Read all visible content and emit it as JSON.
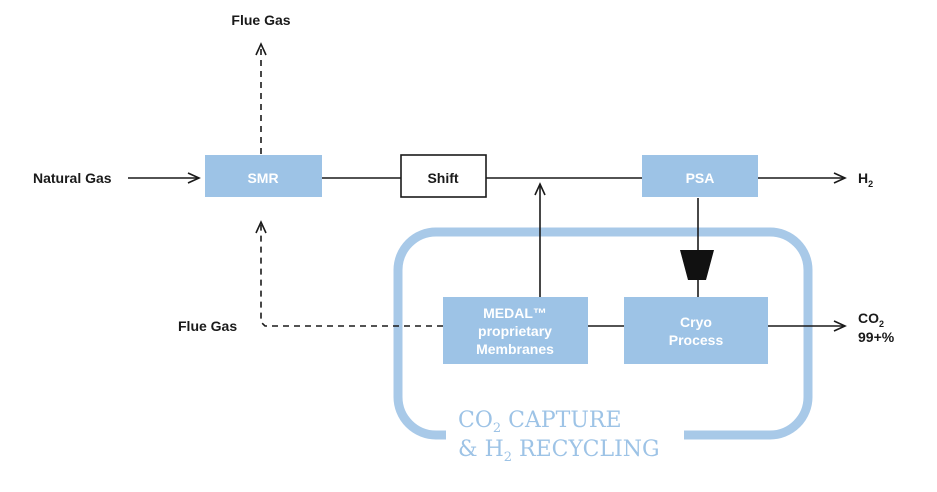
{
  "colors": {
    "box_fill": "#9dc3e6",
    "loop_stroke": "#a8c9e8",
    "caption": "#9dc3e6",
    "line": "#1a1a1a"
  },
  "labels": {
    "flue_gas_top": "Flue Gas",
    "natural_gas": "Natural Gas",
    "flue_gas_left": "Flue Gas",
    "h2_main": "H",
    "h2_sub": "2",
    "co2_main": "CO",
    "co2_sub": "2",
    "co2_purity": "99+%"
  },
  "boxes": {
    "smr": "SMR",
    "shift": "Shift",
    "psa": "PSA",
    "medal_line1": "MEDAL™",
    "medal_line2": "proprietary",
    "medal_line3": "Membranes",
    "cryo_line1": "Cryo",
    "cryo_line2": "Process"
  },
  "caption": {
    "line1_a": "CO",
    "line1_sub": "2",
    "line1_b": " CAPTURE",
    "line2_a": "& H",
    "line2_sub": "2",
    "line2_b": " RECYCLING"
  }
}
